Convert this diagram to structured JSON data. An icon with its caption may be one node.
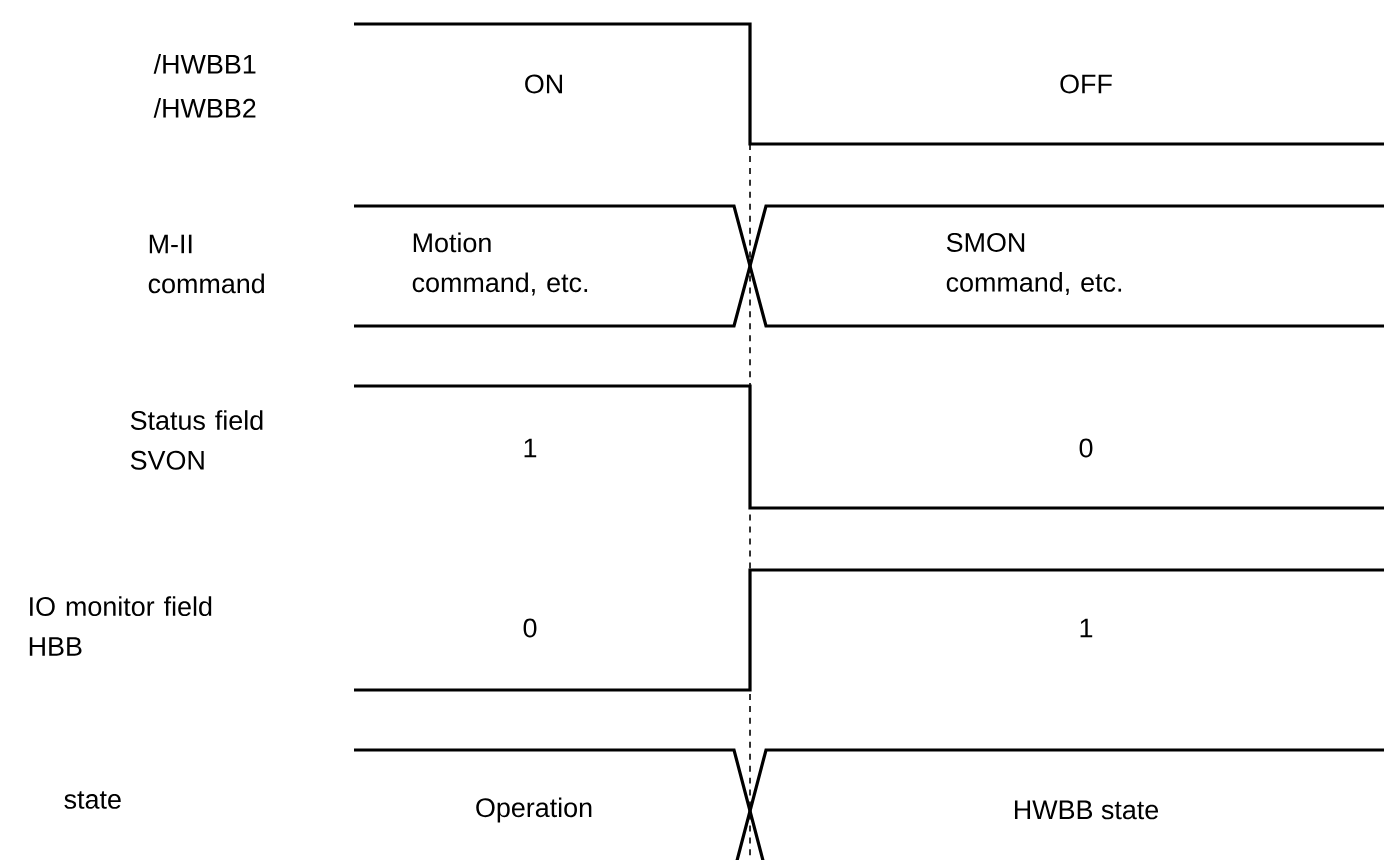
{
  "diagram": {
    "labels": [
      "/HWBB1",
      "/HWBB2",
      "ON",
      "OFF",
      "M-II command",
      "Motion command, etc.",
      "SMON command, etc.",
      "Status field SVON",
      "1",
      "0",
      "IO monitor field HBB",
      "0",
      "1",
      "state",
      "Operation",
      "HWBB state"
    ]
  }
}
